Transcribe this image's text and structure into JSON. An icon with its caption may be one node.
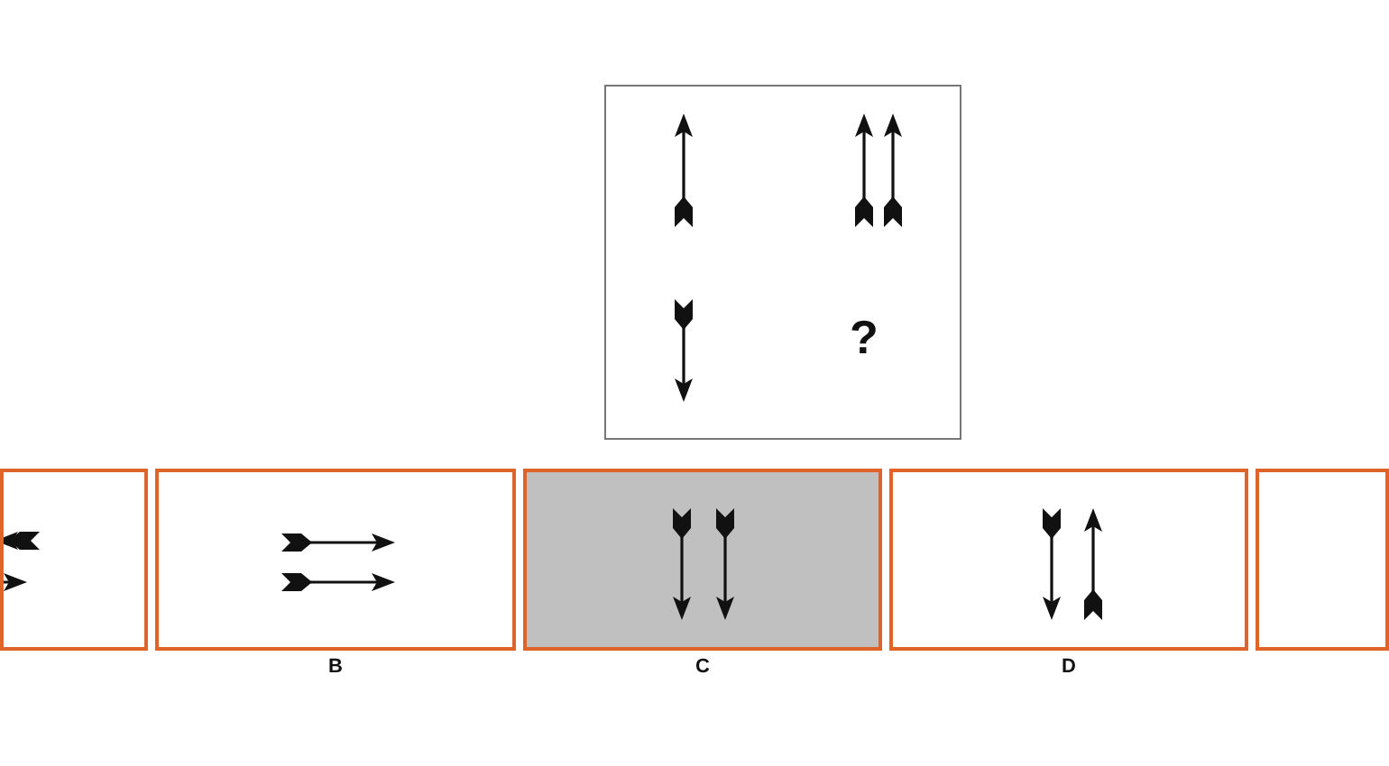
{
  "diagram": {
    "nodes": [
      {
        "text": [
          "?"
        ]
      },
      {
        "text": [],
        "shape": "box"
      },
      {
        "text": [
          "B"
        ]
      },
      {
        "text": [
          "C"
        ]
      },
      {
        "text": [
          "D"
        ]
      },
      {
        "text": [],
        "shape": "box"
      }
    ]
  }
}
